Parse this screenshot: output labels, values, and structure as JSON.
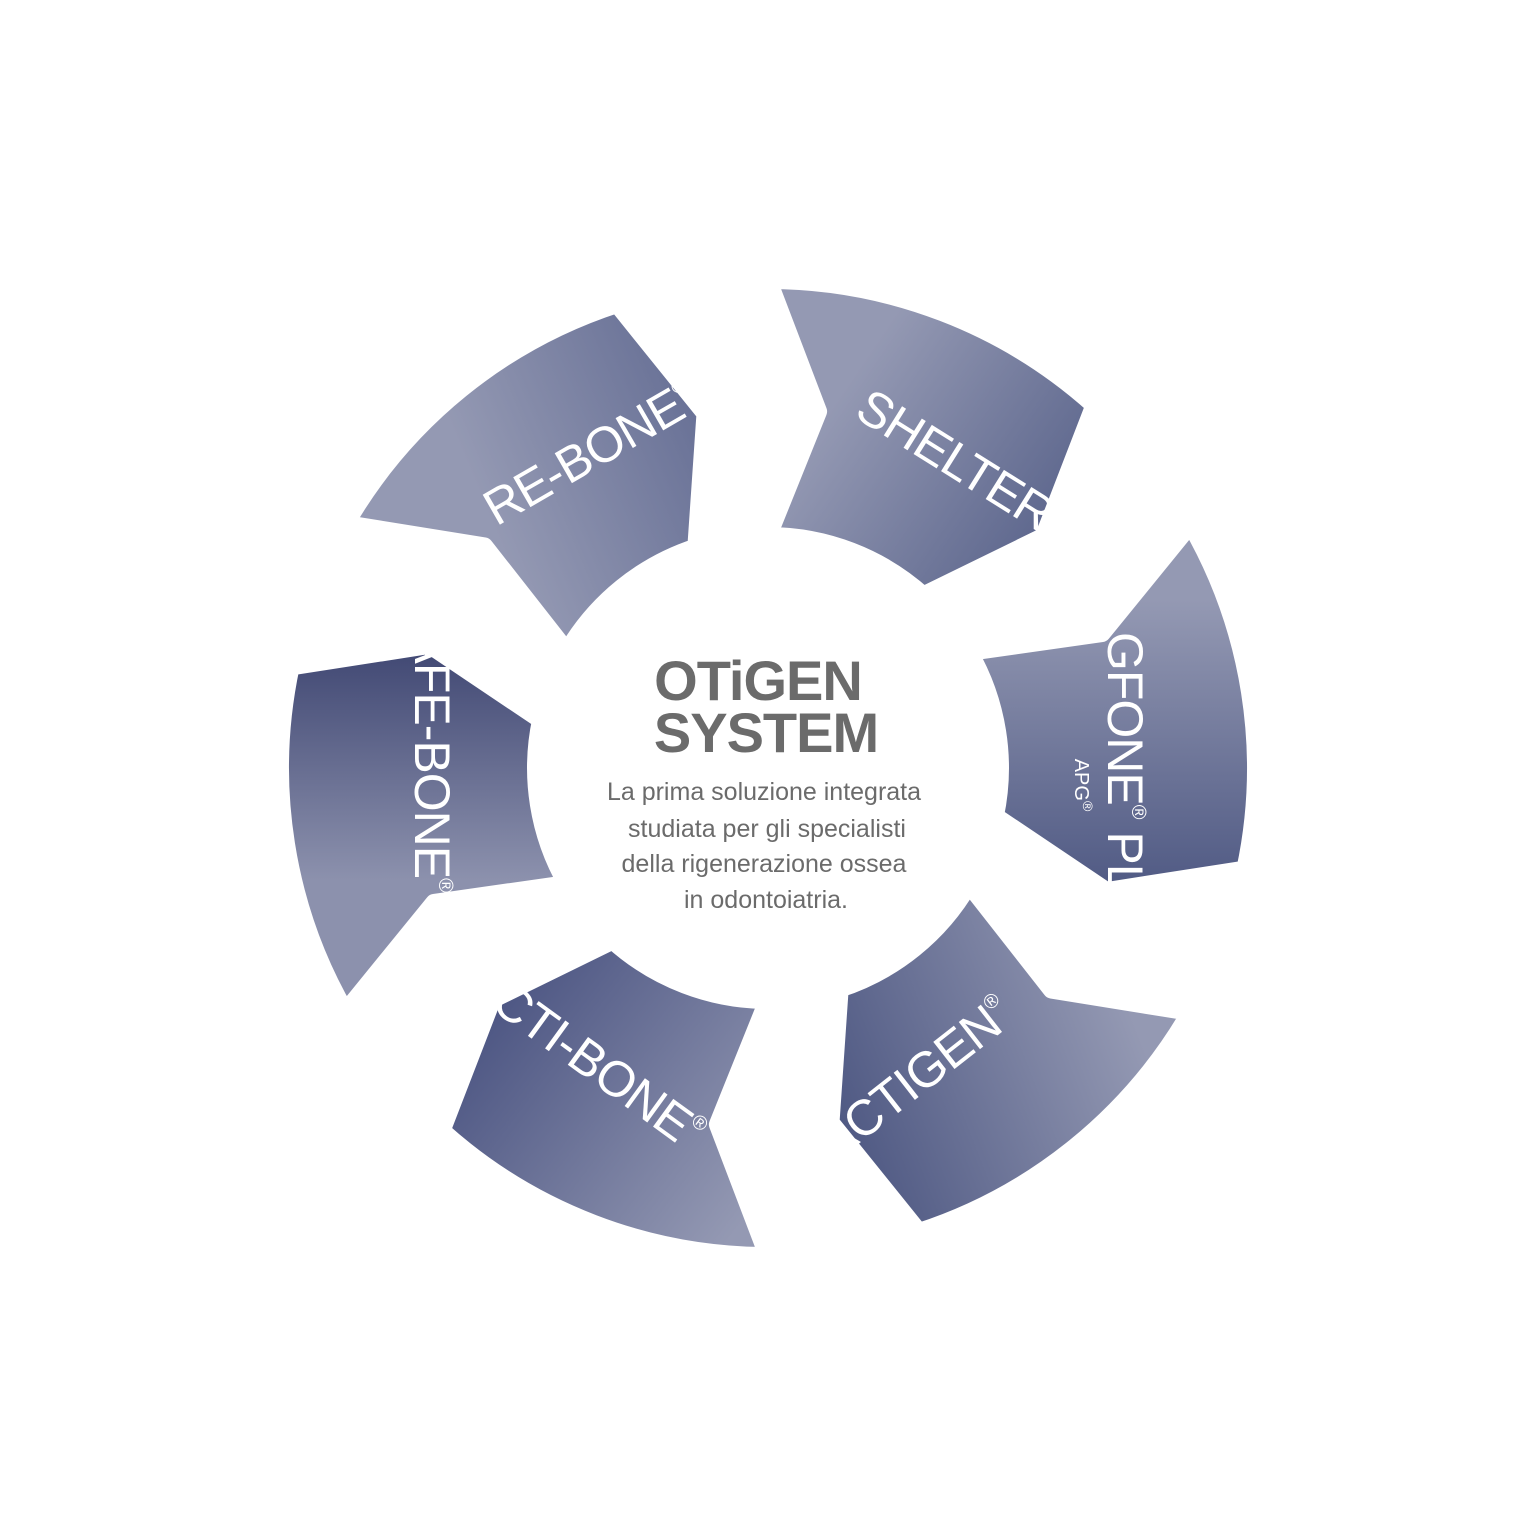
{
  "diagram": {
    "title_line1": "OTiGEN",
    "title_line2": "SYSTEM",
    "description": [
      "La prima soluzione integrata",
      "studiata per gli specialisti",
      "della rigenerazione ossea",
      "in odontoiatria."
    ],
    "registered_mark": "®",
    "segments": [
      {
        "name": "RE-BONE",
        "registered": true
      },
      {
        "name": "SHELTER",
        "registered": true
      },
      {
        "name": "GFONE",
        "registered": true,
        "suffix": "PLUS",
        "sub": "APG",
        "sub_registered": true
      },
      {
        "name": "ACTIGEN",
        "registered": true
      },
      {
        "name": "ACTI-BONE",
        "registered": true
      },
      {
        "name": "SAFE-BONE",
        "registered": true
      }
    ],
    "colors": {
      "light": "#9499b3",
      "dark": "#2a3262",
      "text_center": "#6b6b6b",
      "label": "#ffffff",
      "background": "#ffffff"
    }
  }
}
